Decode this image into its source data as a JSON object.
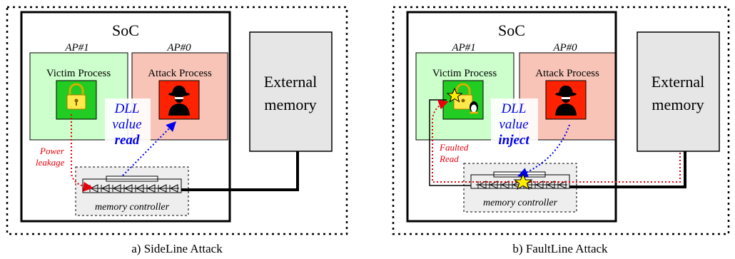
{
  "panels": [
    {
      "soc_label": "SoC",
      "ap1_label": "AP#1",
      "ap0_label": "AP#0",
      "victim_label": "Victim Process",
      "attack_label": "Attack Process",
      "external_memory_line1": "External",
      "external_memory_line2": "memory",
      "dll_line1": "DLL",
      "dll_line2": "value",
      "dll_line3": "read",
      "side_label_line1": "Power",
      "side_label_line2": "leakage",
      "memory_controller_label": "memory controller",
      "caption": "a) SideLine Attack"
    },
    {
      "soc_label": "SoC",
      "ap1_label": "AP#1",
      "ap0_label": "AP#0",
      "victim_label": "Victim Process",
      "attack_label": "Attack Process",
      "external_memory_line1": "External",
      "external_memory_line2": "memory",
      "dll_line1": "DLL",
      "dll_line2": "value",
      "dll_line3": "inject",
      "side_label_line1": "Faulted",
      "side_label_line2": "Read",
      "memory_controller_label": "memory controller",
      "caption": "b) FaultLine Attack"
    }
  ],
  "colors": {
    "victim_fill": "#ccffcc",
    "attack_fill": "#f8c4b8",
    "lock_box": "#22cc22",
    "attack_box": "#ff2200",
    "external_fill": "#e6e6e6",
    "controller_fill": "#eeeeee",
    "leak_red": "#e8000b",
    "dll_blue": "#0000ee",
    "star_yellow": "#ffee00"
  },
  "icons": [
    "lock-icon",
    "spy-icon",
    "fault-star-icon",
    "linux-penguin-icon"
  ]
}
